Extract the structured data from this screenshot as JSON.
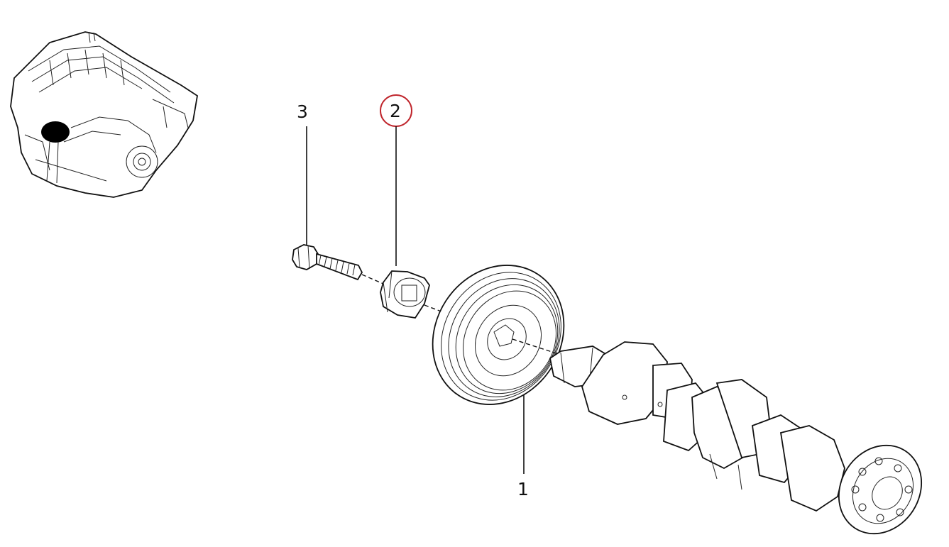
{
  "callouts": {
    "part1": "1",
    "part2": "2",
    "part3": "3"
  },
  "colors": {
    "highlight": "#c0262d",
    "line": "#111111",
    "background": "#ffffff"
  },
  "highlighted_callout": "2"
}
